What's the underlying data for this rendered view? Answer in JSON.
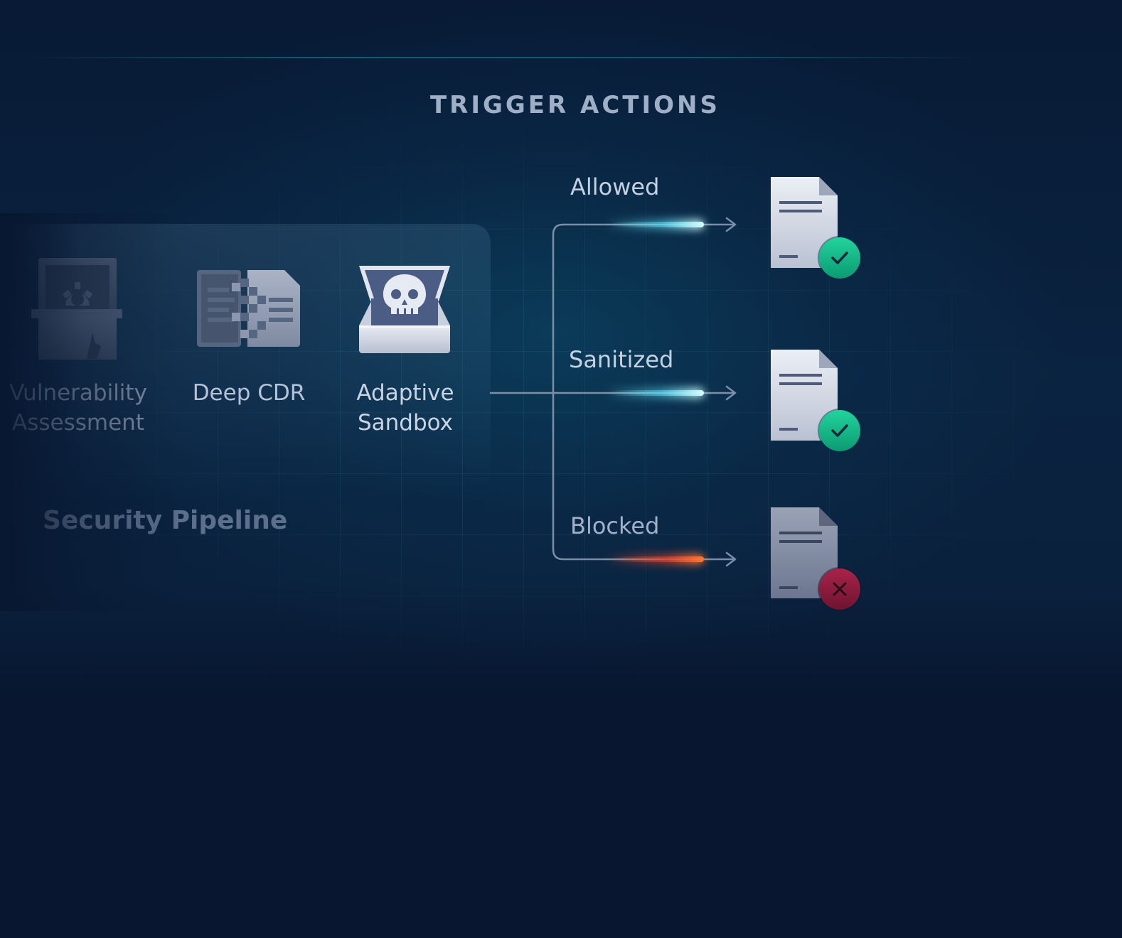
{
  "title": "TRIGGER ACTIONS",
  "pipeline": {
    "label": "Security Pipeline",
    "tools": [
      {
        "line1": "Vulnerability",
        "line2": "Assessment",
        "icon": "vulnerability-assessment-icon"
      },
      {
        "line1": "Deep CDR",
        "line2": "",
        "icon": "deep-cdr-icon"
      },
      {
        "line1": "Adaptive",
        "line2": "Sandbox",
        "icon": "adaptive-sandbox-icon"
      }
    ]
  },
  "actions": [
    {
      "label": "Allowed",
      "status": "allowed",
      "badge_icon": "check-icon",
      "badge_color": "#17b98a",
      "glow_color": "#7ff0f0"
    },
    {
      "label": "Sanitized",
      "status": "sanitized",
      "badge_icon": "check-icon",
      "badge_color": "#17b98a",
      "glow_color": "#7ff0f0"
    },
    {
      "label": "Blocked",
      "status": "blocked",
      "badge_icon": "close-icon",
      "badge_color": "#8e1a3a",
      "glow_color": "#ff5a2a"
    }
  ]
}
